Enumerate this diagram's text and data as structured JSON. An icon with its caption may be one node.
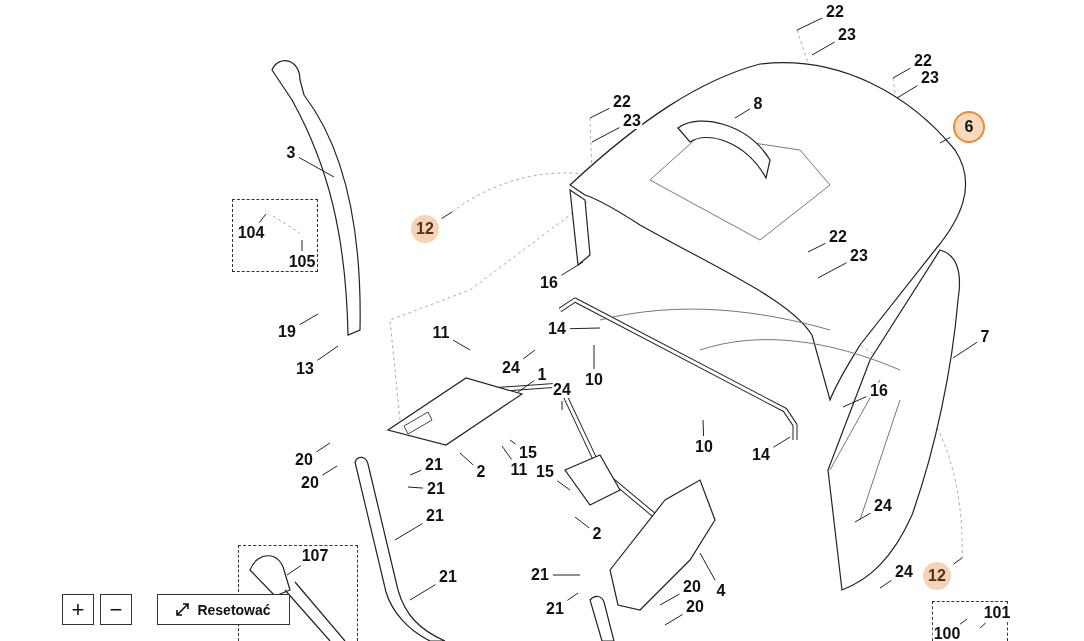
{
  "diagram": {
    "nodes": [
      {
        "text": [
          "22"
        ]
      },
      {
        "text": [
          "23"
        ]
      },
      {
        "text": [
          "22"
        ]
      },
      {
        "text": [
          "23"
        ]
      },
      {
        "text": [
          "22"
        ]
      },
      {
        "text": [
          "8"
        ]
      },
      {
        "text": [
          "23"
        ]
      },
      {
        "text": [
          "6"
        ]
      },
      {
        "text": [
          "3"
        ]
      },
      {
        "text": [],
        "shape": "box"
      },
      {
        "text": [
          "104"
        ],
        "in": 9
      },
      {
        "text": [
          "105"
        ],
        "in": 9
      },
      {
        "text": [
          "12"
        ]
      },
      {
        "text": [
          "22"
        ]
      },
      {
        "text": [
          "23"
        ]
      },
      {
        "text": [
          "16"
        ]
      },
      {
        "text": [
          "19"
        ]
      },
      {
        "text": [
          "14"
        ]
      },
      {
        "text": [
          "11"
        ]
      },
      {
        "text": [
          "7"
        ]
      },
      {
        "text": [
          "24"
        ]
      },
      {
        "text": [
          "13"
        ]
      },
      {
        "text": [
          "1"
        ]
      },
      {
        "text": [
          "10"
        ]
      },
      {
        "text": [
          "24"
        ]
      },
      {
        "text": [
          "16"
        ]
      },
      {
        "text": [
          "10"
        ]
      },
      {
        "text": [
          "15"
        ]
      },
      {
        "text": [
          "14"
        ]
      },
      {
        "text": [
          "20"
        ]
      },
      {
        "text": [
          "21"
        ]
      },
      {
        "text": [
          "11"
        ]
      },
      {
        "text": [
          "2"
        ]
      },
      {
        "text": [
          "15"
        ]
      },
      {
        "text": [
          "20"
        ]
      },
      {
        "text": [
          "21"
        ]
      },
      {
        "text": [
          "24"
        ]
      },
      {
        "text": [
          "21"
        ]
      },
      {
        "text": [
          "2"
        ]
      },
      {
        "text": [],
        "shape": "box"
      },
      {
        "text": [
          "107"
        ],
        "in": 39
      },
      {
        "text": [
          "24"
        ]
      },
      {
        "text": [
          "21"
        ]
      },
      {
        "text": [
          "12"
        ]
      },
      {
        "text": [
          "21"
        ]
      },
      {
        "text": [
          "4"
        ]
      },
      {
        "text": [
          "20"
        ]
      },
      {
        "text": [],
        "shape": "box"
      },
      {
        "text": [
          "101"
        ],
        "in": 47
      },
      {
        "text": [
          "100"
        ],
        "in": 47
      },
      {
        "text": [
          "20"
        ]
      },
      {
        "text": [
          "21"
        ]
      }
    ],
    "edges": [
      {
        "from": 0,
        "to": null,
        "arrow": "none"
      },
      {
        "from": 1,
        "to": null,
        "arrow": "none"
      },
      {
        "from": 2,
        "to": null,
        "arrow": "none"
      },
      {
        "from": 3,
        "to": null,
        "arrow": "none"
      },
      {
        "from": 4,
        "to": null,
        "arrow": "none"
      },
      {
        "from": 5,
        "to": null,
        "arrow": "none"
      },
      {
        "from": 6,
        "to": null,
        "arrow": "none"
      },
      {
        "from": 7,
        "to": null,
        "arrow": "none"
      },
      {
        "from": 8,
        "to": null,
        "arrow": "none"
      },
      {
        "from": 10,
        "to": null,
        "arrow": "none"
      },
      {
        "from": 11,
        "to": null,
        "arrow": "none"
      },
      {
        "from": 12,
        "to": null,
        "arrow": "none"
      },
      {
        "from": 13,
        "to": null,
        "arrow": "none"
      },
      {
        "from": 14,
        "to": null,
        "arrow": "none"
      },
      {
        "from": 15,
        "to": null,
        "arrow": "none"
      },
      {
        "from": 16,
        "to": null,
        "arrow": "none"
      },
      {
        "from": 17,
        "to": null,
        "arrow": "none"
      },
      {
        "from": 18,
        "to": null,
        "arrow": "none"
      },
      {
        "from": 19,
        "to": null,
        "arrow": "none"
      },
      {
        "from": 20,
        "to": null,
        "arrow": "none"
      },
      {
        "from": 21,
        "to": null,
        "arrow": "none"
      },
      {
        "from": 22,
        "to": null,
        "arrow": "none"
      },
      {
        "from": 23,
        "to": null,
        "arrow": "none"
      },
      {
        "from": 24,
        "to": null,
        "arrow": "none"
      },
      {
        "from": 25,
        "to": null,
        "arrow": "none"
      },
      {
        "from": 26,
        "to": null,
        "arrow": "none"
      },
      {
        "from": 27,
        "to": null,
        "arrow": "none"
      },
      {
        "from": 28,
        "to": null,
        "arrow": "none"
      },
      {
        "from": 29,
        "to": null,
        "arrow": "none"
      },
      {
        "from": 30,
        "to": null,
        "arrow": "none"
      },
      {
        "from": 31,
        "to": null,
        "arrow": "none"
      },
      {
        "from": 32,
        "to": null,
        "arrow": "none"
      },
      {
        "from": 33,
        "to": null,
        "arrow": "none"
      },
      {
        "from": 34,
        "to": null,
        "arrow": "none"
      },
      {
        "from": 35,
        "to": null,
        "arrow": "none"
      },
      {
        "from": 36,
        "to": null,
        "arrow": "none"
      },
      {
        "from": 37,
        "to": null,
        "arrow": "none"
      },
      {
        "from": 38,
        "to": null,
        "arrow": "none"
      },
      {
        "from": 40,
        "to": null,
        "arrow": "none"
      },
      {
        "from": 41,
        "to": null,
        "arrow": "none"
      },
      {
        "from": 42,
        "to": null,
        "arrow": "none"
      },
      {
        "from": 43,
        "to": null,
        "arrow": "none"
      },
      {
        "from": 44,
        "to": null,
        "arrow": "none"
      },
      {
        "from": 45,
        "to": null,
        "arrow": "none"
      },
      {
        "from": 46,
        "to": null,
        "arrow": "none"
      },
      {
        "from": 48,
        "to": null,
        "arrow": "none"
      },
      {
        "from": 49,
        "to": null,
        "arrow": "none"
      },
      {
        "from": 50,
        "to": null,
        "arrow": "none"
      },
      {
        "from": 51,
        "to": null,
        "arrow": "none"
      }
    ],
    "labels": [
      "+",
      "−",
      "Resetować"
    ]
  }
}
